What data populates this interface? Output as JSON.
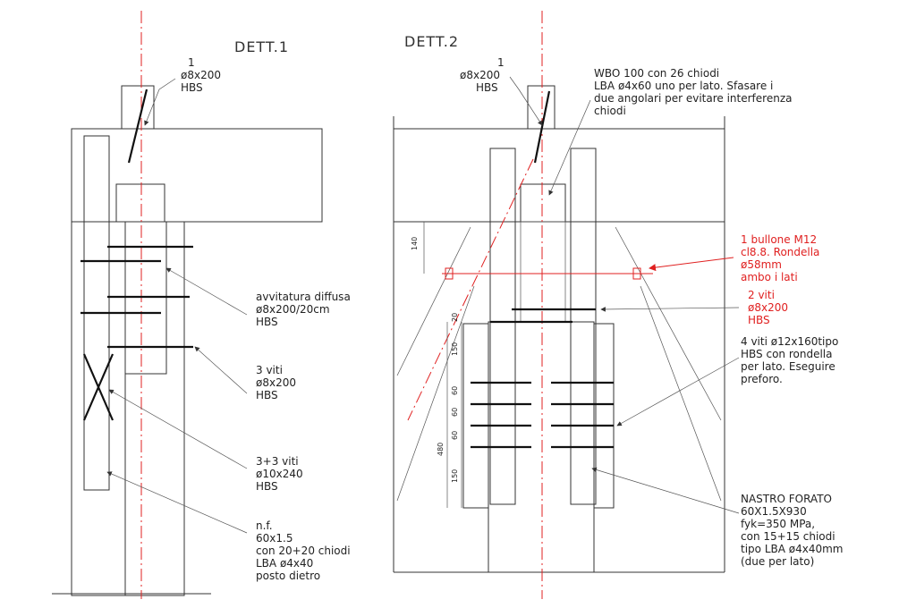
{
  "titles": {
    "left": "DETT.1",
    "right": "DETT.2"
  },
  "left": {
    "label_top": [
      "1",
      "ø8x200",
      "HBS"
    ],
    "label_avvitatura": [
      "avvitatura diffusa",
      "ø8x200/20cm",
      "HBS"
    ],
    "label_3viti": [
      "3 viti",
      "ø8x200",
      "HBS"
    ],
    "label_3p3": [
      "3+3 viti",
      "ø10x240",
      "HBS"
    ],
    "label_nf": [
      "n.f.",
      "60x1.5",
      "con 20+20 chiodi",
      "LBA ø4x40",
      "posto dietro"
    ]
  },
  "right": {
    "label_top": [
      "1",
      "ø8x200",
      "HBS"
    ],
    "label_wbo": [
      "WBO 100 con 26 chiodi",
      "LBA ø4x60 uno per lato. Sfasare i",
      "due angolari per evitare interferenza",
      "chiodi"
    ],
    "label_bullone": [
      "1 bullone M12",
      "cl8.8. Rondella",
      "ø58mm",
      "ambo i lati"
    ],
    "label_2viti": [
      "2 viti",
      "ø8x200",
      "HBS"
    ],
    "label_4viti": [
      "4 viti ø12x160tipo",
      "HBS con rondella",
      "per lato. Eseguire",
      "preforo."
    ],
    "label_nastro": [
      "NASTRO FORATO",
      "60X1.5X930",
      "fyk=350 MPa,",
      "con 15+15 chiodi",
      "tipo LBA ø4x40mm",
      "(due per lato)"
    ],
    "dims": {
      "d140": "140",
      "d20": "20",
      "d150a": "150",
      "d60a": "60",
      "d60b": "60",
      "d60c": "60",
      "d480": "480",
      "d150b": "150"
    }
  }
}
